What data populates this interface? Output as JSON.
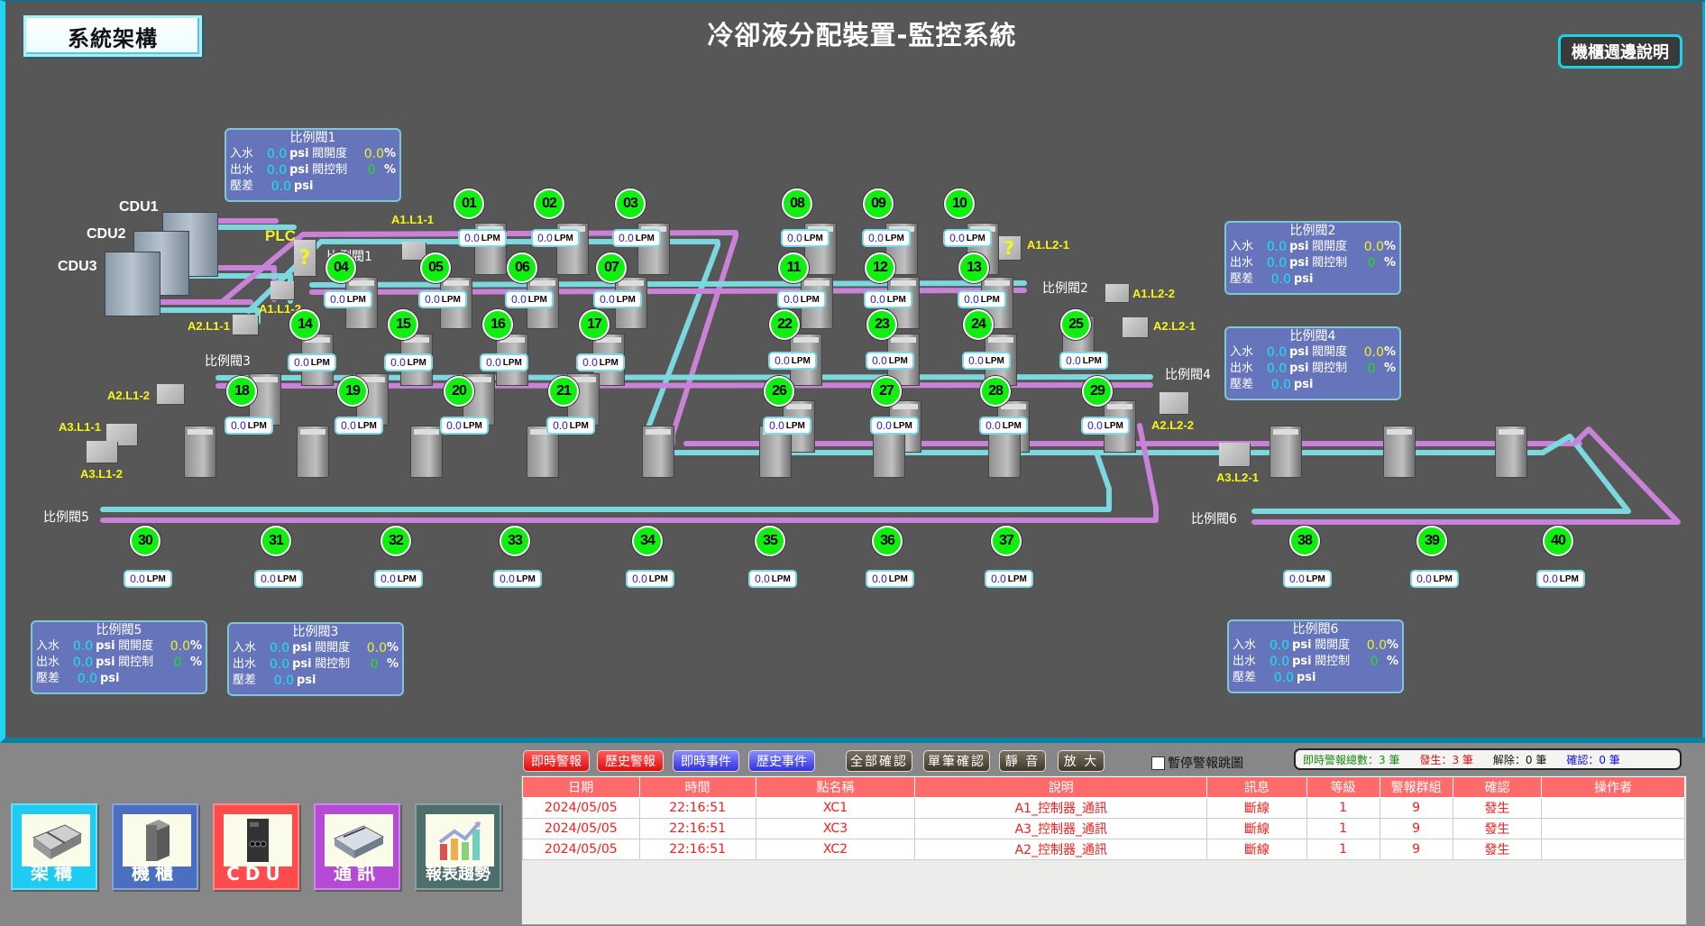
{
  "header": {
    "section_button": "系統架構",
    "title": "冷卻液分配裝置-監控系統",
    "cabinet_help_button": "機櫃週邊說明"
  },
  "cdus": [
    "CDU1",
    "CDU2",
    "CDU3"
  ],
  "plc_label": "PLC",
  "status_unknown_glyph": "?",
  "device_labels": [
    "A1.L1-1",
    "A1.L1-2",
    "A2.L1-1",
    "A2.L1-2",
    "A3.L1-1",
    "A3.L1-2",
    "A1.L2-1",
    "A1.L2-2",
    "A2.L2-1",
    "A2.L2-2",
    "A3.L2-1"
  ],
  "valve_tags": [
    "比例閥1",
    "比例閥2",
    "比例閥3",
    "比例閥4",
    "比例閥5",
    "比例閥6"
  ],
  "valve_panel_labels": {
    "inlet": "入水",
    "outlet": "出水",
    "diff": "壓差",
    "psi": "psi",
    "opening": "閥開度",
    "control": "閥控制",
    "percent": "%"
  },
  "valves": [
    {
      "name": "比例閥1",
      "inlet": "0.0",
      "outlet": "0.0",
      "diff": "0.0",
      "opening": "0.0",
      "control": "0"
    },
    {
      "name": "比例閥2",
      "inlet": "0.0",
      "outlet": "0.0",
      "diff": "0.0",
      "opening": "0.0",
      "control": "0"
    },
    {
      "name": "比例閥4",
      "inlet": "0.0",
      "outlet": "0.0",
      "diff": "0.0",
      "opening": "0.0",
      "control": "0"
    },
    {
      "name": "比例閥5",
      "inlet": "0.0",
      "outlet": "0.0",
      "diff": "0.0",
      "opening": "0.0",
      "control": "0"
    },
    {
      "name": "比例閥3",
      "inlet": "0.0",
      "outlet": "0.0",
      "diff": "0.0",
      "opening": "0.0",
      "control": "0"
    },
    {
      "name": "比例閥6",
      "inlet": "0.0",
      "outlet": "0.0",
      "diff": "0.0",
      "opening": "0.0",
      "control": "0"
    }
  ],
  "flow_unit": "LPM",
  "racks": [
    {
      "id": "01",
      "flow": "0.0"
    },
    {
      "id": "02",
      "flow": "0.0"
    },
    {
      "id": "03",
      "flow": "0.0"
    },
    {
      "id": "04",
      "flow": "0.0"
    },
    {
      "id": "05",
      "flow": "0.0"
    },
    {
      "id": "06",
      "flow": "0.0"
    },
    {
      "id": "07",
      "flow": "0.0"
    },
    {
      "id": "08",
      "flow": "0.0"
    },
    {
      "id": "09",
      "flow": "0.0"
    },
    {
      "id": "10",
      "flow": "0.0"
    },
    {
      "id": "11",
      "flow": "0.0"
    },
    {
      "id": "12",
      "flow": "0.0"
    },
    {
      "id": "13",
      "flow": "0.0"
    },
    {
      "id": "14",
      "flow": "0.0"
    },
    {
      "id": "15",
      "flow": "0.0"
    },
    {
      "id": "16",
      "flow": "0.0"
    },
    {
      "id": "17",
      "flow": "0.0"
    },
    {
      "id": "18",
      "flow": "0.0"
    },
    {
      "id": "19",
      "flow": "0.0"
    },
    {
      "id": "20",
      "flow": "0.0"
    },
    {
      "id": "21",
      "flow": "0.0"
    },
    {
      "id": "22",
      "flow": "0.0"
    },
    {
      "id": "23",
      "flow": "0.0"
    },
    {
      "id": "24",
      "flow": "0.0"
    },
    {
      "id": "25",
      "flow": "0.0"
    },
    {
      "id": "26",
      "flow": "0.0"
    },
    {
      "id": "27",
      "flow": "0.0"
    },
    {
      "id": "28",
      "flow": "0.0"
    },
    {
      "id": "29",
      "flow": "0.0"
    },
    {
      "id": "30",
      "flow": "0.0"
    },
    {
      "id": "31",
      "flow": "0.0"
    },
    {
      "id": "32",
      "flow": "0.0"
    },
    {
      "id": "33",
      "flow": "0.0"
    },
    {
      "id": "34",
      "flow": "0.0"
    },
    {
      "id": "35",
      "flow": "0.0"
    },
    {
      "id": "36",
      "flow": "0.0"
    },
    {
      "id": "37",
      "flow": "0.0"
    },
    {
      "id": "38",
      "flow": "0.0"
    },
    {
      "id": "39",
      "flow": "0.0"
    },
    {
      "id": "40",
      "flow": "0.0"
    }
  ],
  "nav": [
    {
      "label": "架構",
      "icon": "floorplan-icon",
      "color": "#1ecbf2"
    },
    {
      "label": "機櫃",
      "icon": "cabinet-icon",
      "color": "#4a6fc0"
    },
    {
      "label": "CDU",
      "icon": "cdu-unit-icon",
      "color": "#ff4b4b"
    },
    {
      "label": "通訊",
      "icon": "communication-module-icon",
      "color": "#b44ad6"
    },
    {
      "label": "報表趨勢",
      "icon": "trend-chart-icon",
      "color": "#4c6e6c"
    }
  ],
  "alarm_toolbar": {
    "buttons": [
      "即時警報",
      "歷史警報",
      "即時事件",
      "歷史事件",
      "全部確認",
      "單筆確認",
      "靜 音",
      "放 大"
    ],
    "pause_checkbox": "暫停警報跳圖",
    "pause_checked": false
  },
  "alarm_stats": {
    "total_label": "即時警報總數：3 筆",
    "occur_label": "發生：3 筆",
    "cleared_label": "解除：0 筆",
    "ack_label": "確認：0 筆",
    "total_color": "#1a8a1a",
    "occur_color": "#e01010",
    "cleared_color": "#111111",
    "ack_color": "#1010e0"
  },
  "alarm_table": {
    "columns": [
      "日期",
      "時間",
      "點名稱",
      "說明",
      "訊息",
      "等級",
      "警報群組",
      "確認",
      "操作者"
    ],
    "rows": [
      [
        "2024/05/05",
        "22:16:51",
        "XC1",
        "A1_控制器_通訊",
        "斷線",
        "1",
        "9",
        "發生",
        ""
      ],
      [
        "2024/05/05",
        "22:16:51",
        "XC3",
        "A3_控制器_通訊",
        "斷線",
        "1",
        "9",
        "發生",
        ""
      ],
      [
        "2024/05/05",
        "22:16:51",
        "XC2",
        "A2_控制器_通訊",
        "斷線",
        "1",
        "9",
        "發生",
        ""
      ]
    ]
  }
}
